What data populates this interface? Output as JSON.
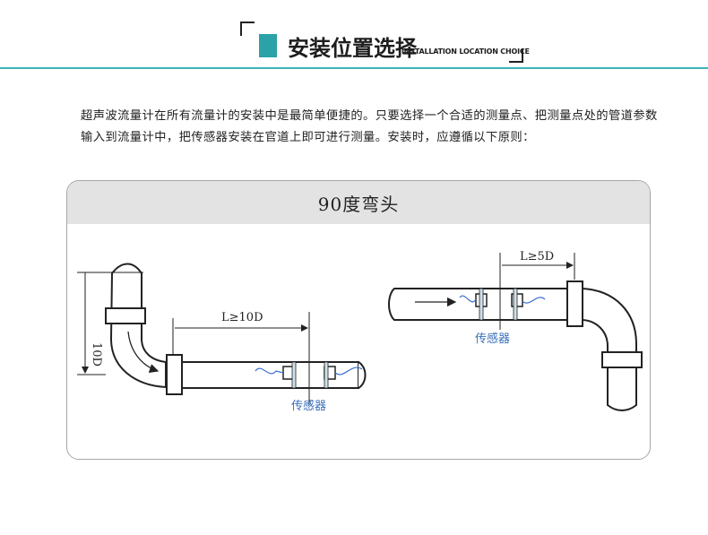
{
  "header": {
    "title_cn": "安装位置选择",
    "title_en": "INSTALLATION LOCATION CHOICE"
  },
  "intro_text": "超声波流量计在所有流量计的安装中是最简单便捷的。只要选择一个合适的测量点、把测量点处的管道参数输入到流量计中，把传感器安装在官道上即可进行测量。安装时，应遵循以下原则：",
  "panel": {
    "title": "90度弯头"
  },
  "left_diagram": {
    "distance_label": "L≥10D",
    "height_label": "10D",
    "sensor_label": "传感器"
  },
  "right_diagram": {
    "distance_label": "L≥5D",
    "sensor_label": "传感器"
  },
  "colors": {
    "accent": "#2aa2a8",
    "rule": "#3ab3b8",
    "sensor_text": "#3a6fb8",
    "wave": "#3a6fd0",
    "panel_header": "#e3e3e3"
  }
}
